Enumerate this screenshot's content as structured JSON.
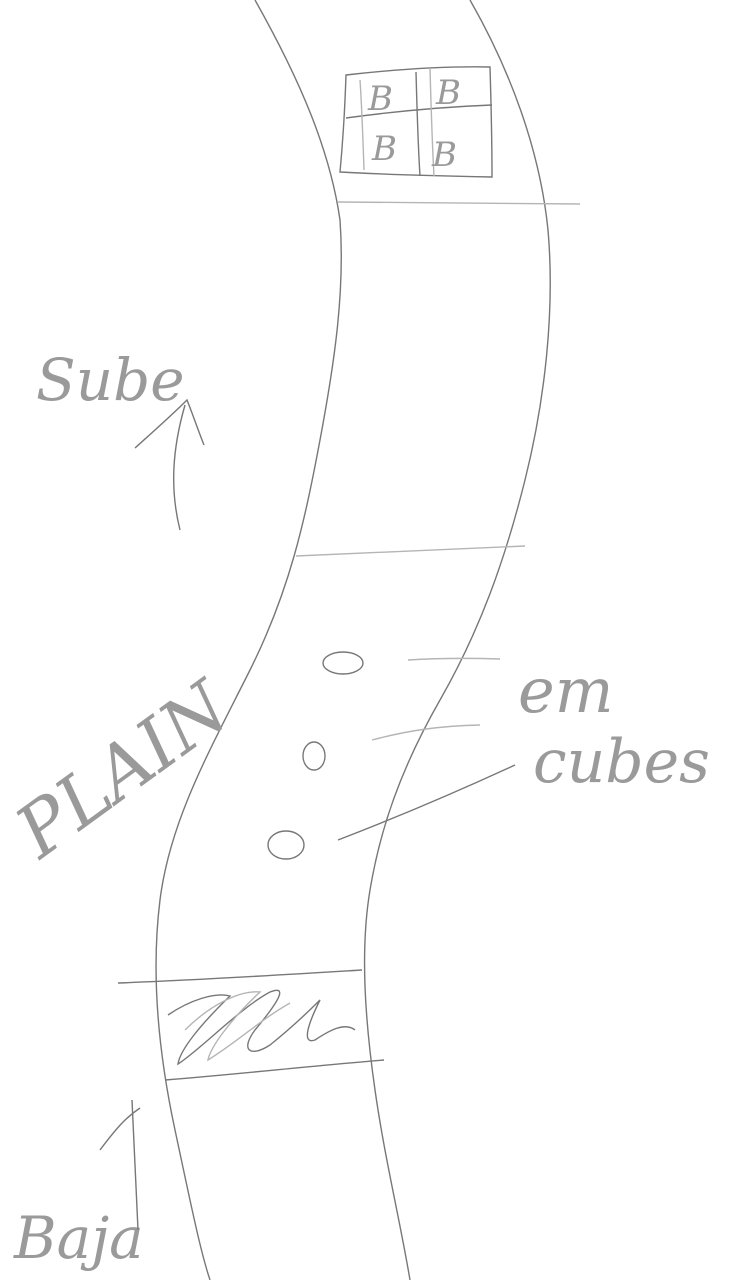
{
  "labels": {
    "top_right": "Sube",
    "middle_left": "PLAIN",
    "middle_right_1": "em",
    "middle_right_2": "cubes",
    "bottom_left": "Baja"
  },
  "grid_glyphs": [
    "B",
    "B",
    "B",
    "B"
  ],
  "colors": {
    "background": "#ffffff",
    "stroke_dark": "#777777",
    "stroke_light": "#b5b5b5",
    "text": "#9a9a9a"
  }
}
